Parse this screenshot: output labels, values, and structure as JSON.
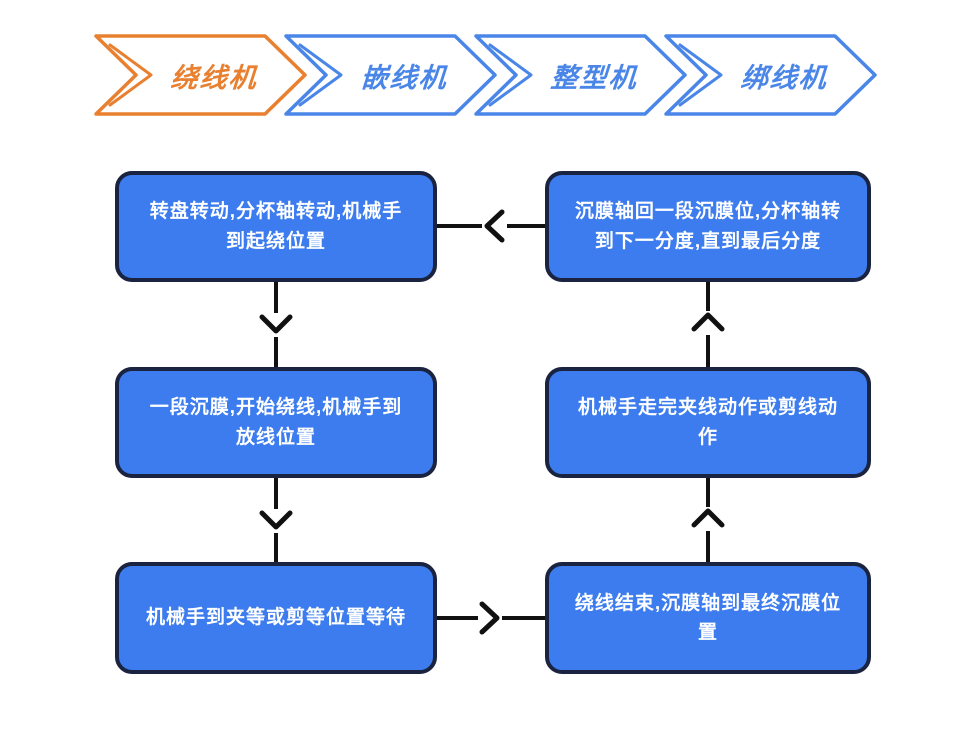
{
  "stage_tabs": [
    {
      "label": "绕线机",
      "state": "active",
      "outline_color": "#E8802F"
    },
    {
      "label": "嵌线机",
      "state": "inactive",
      "outline_color": "#4A86E8"
    },
    {
      "label": "整型机",
      "state": "inactive",
      "outline_color": "#4A86E8"
    },
    {
      "label": "绑线机",
      "state": "inactive",
      "outline_color": "#4A86E8"
    }
  ],
  "flow": {
    "node_fill": "#3C7CEE",
    "node_border_color": "#1A2440",
    "node_text_color": "#FFFFFF",
    "connector_color": "#111111",
    "nodes": [
      {
        "id": "step-1",
        "position": "left-top",
        "text": "转盘转动,分杯轴转动,机械手到起绕位置"
      },
      {
        "id": "step-2",
        "position": "left-middle",
        "text": "一段沉膜,开始绕线,机械手到放线位置"
      },
      {
        "id": "step-3",
        "position": "left-bottom",
        "text": "机械手到夹等或剪等位置等待"
      },
      {
        "id": "step-4",
        "position": "right-bottom",
        "text": "绕线结束,沉膜轴到最终沉膜位置"
      },
      {
        "id": "step-5",
        "position": "right-middle",
        "text": "机械手走完夹线动作或剪线动作"
      },
      {
        "id": "step-6",
        "position": "right-top",
        "text": "沉膜轴回一段沉膜位,分杯轴转到下一分度,直到最后分度"
      }
    ],
    "connectors": [
      {
        "from": "step-1",
        "to": "step-2",
        "direction": "down"
      },
      {
        "from": "step-2",
        "to": "step-3",
        "direction": "down"
      },
      {
        "from": "step-3",
        "to": "step-4",
        "direction": "right"
      },
      {
        "from": "step-4",
        "to": "step-5",
        "direction": "up"
      },
      {
        "from": "step-5",
        "to": "step-6",
        "direction": "up"
      },
      {
        "from": "step-6",
        "to": "step-1",
        "direction": "left"
      }
    ]
  }
}
